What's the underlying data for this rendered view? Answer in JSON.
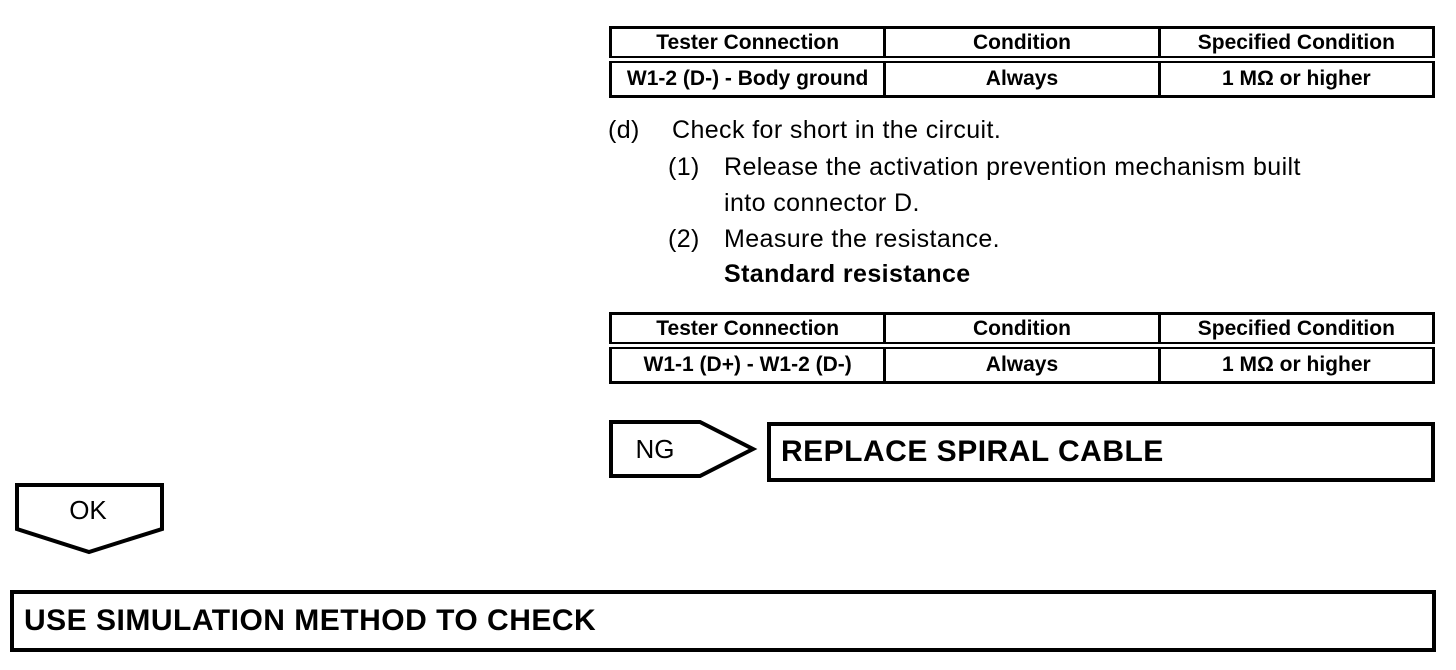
{
  "page": {
    "background": "#ffffff",
    "ink": "#000000"
  },
  "resistance_table_1": {
    "headers": [
      "Tester Connection",
      "Condition",
      "Specified Condition"
    ],
    "row": [
      "W1-2 (D-) - Body ground",
      "Always",
      "1 MΩ or higher"
    ]
  },
  "procedure": {
    "step_label": "(d)",
    "step_title": "Check for short in the circuit.",
    "substep_1_label": "(1)",
    "substep_1_line_1": "Release the activation prevention mechanism built",
    "substep_1_line_2": "into connector D.",
    "substep_2_label": "(2)",
    "substep_2_line_1": "Measure the resistance.",
    "standard_heading": "Standard resistance"
  },
  "resistance_table_2": {
    "headers": [
      "Tester Connection",
      "Condition",
      "Specified Condition"
    ],
    "row": [
      "W1-1 (D+) - W1-2 (D-)",
      "Always",
      "1 MΩ or higher"
    ]
  },
  "flowchart": {
    "ng_label": "NG",
    "ng_action": "REPLACE SPIRAL CABLE",
    "ok_label": "OK",
    "ok_action": "USE SIMULATION METHOD TO CHECK"
  }
}
